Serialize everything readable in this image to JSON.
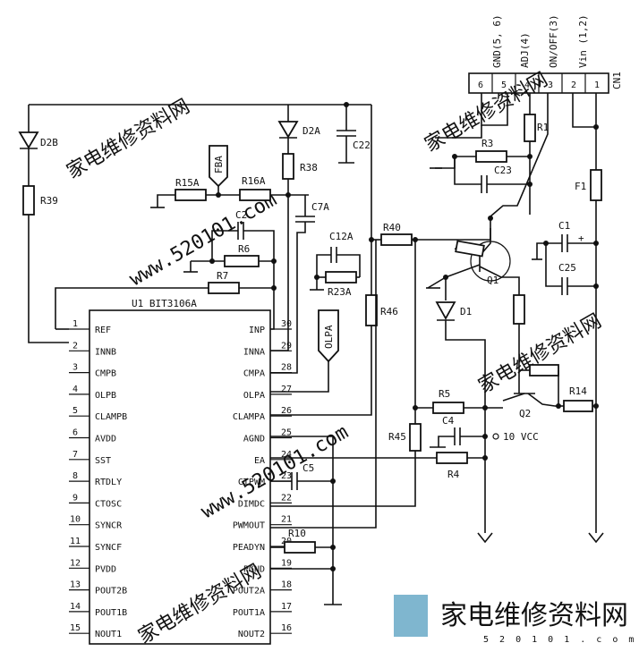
{
  "chip": {
    "name": "U1 BIT3106A",
    "left_pins": [
      {
        "num": "1",
        "name": "REF"
      },
      {
        "num": "2",
        "name": "INNB"
      },
      {
        "num": "3",
        "name": "CMPB"
      },
      {
        "num": "4",
        "name": "OLPB"
      },
      {
        "num": "5",
        "name": "CLAMPB"
      },
      {
        "num": "6",
        "name": "AVDD"
      },
      {
        "num": "7",
        "name": "SST"
      },
      {
        "num": "8",
        "name": "RTDLY"
      },
      {
        "num": "9",
        "name": "CTOSC"
      },
      {
        "num": "10",
        "name": "SYNCR"
      },
      {
        "num": "11",
        "name": "SYNCF"
      },
      {
        "num": "12",
        "name": "PVDD"
      },
      {
        "num": "13",
        "name": "POUT2B"
      },
      {
        "num": "14",
        "name": "POUT1B"
      },
      {
        "num": "15",
        "name": "NOUT1"
      }
    ],
    "right_pins": [
      {
        "num": "30",
        "name": "INP"
      },
      {
        "num": "29",
        "name": "INNA"
      },
      {
        "num": "28",
        "name": "CMPA"
      },
      {
        "num": "27",
        "name": "OLPA"
      },
      {
        "num": "26",
        "name": "CLAMPA"
      },
      {
        "num": "25",
        "name": "AGND"
      },
      {
        "num": "24",
        "name": "EA"
      },
      {
        "num": "23",
        "name": "CTPWM"
      },
      {
        "num": "22",
        "name": "DIMDC"
      },
      {
        "num": "21",
        "name": "PWMOUT"
      },
      {
        "num": "20",
        "name": "PEADYN"
      },
      {
        "num": "19",
        "name": "PGND"
      },
      {
        "num": "18",
        "name": "POUT2A"
      },
      {
        "num": "17",
        "name": "POUT1A"
      },
      {
        "num": "16",
        "name": "NOUT2"
      }
    ]
  },
  "connector": {
    "name": "CN1",
    "pins": [
      "6",
      "5",
      "4",
      "3",
      "2",
      "1"
    ],
    "labels": [
      "GND(5, 6)",
      "ADJ(4)",
      "ON/OFF(3)",
      "Vin (1,2)"
    ]
  },
  "components": {
    "d2b": "D2B",
    "r39": "R39",
    "d2a": "D2A",
    "r38": "R38",
    "c22": "C22",
    "fba": "FBA",
    "r15a": "R15A",
    "r16a": "R16A",
    "c7a": "C7A",
    "c2": "C2",
    "r6": "R6",
    "r7": "R7",
    "c12a": "C12A",
    "r23a": "R23A",
    "olpa": "OLPA",
    "r40": "R40",
    "r46": "R46",
    "r1": "R1",
    "r3": "R3",
    "c23": "C23",
    "q1": "Q1",
    "d1": "D1",
    "c1": "C1",
    "c25": "C25",
    "f1": "F1",
    "r5": "R5",
    "q2": "Q2",
    "r14": "R14",
    "r45": "R45",
    "c4": "C4",
    "vcc": "10 VCC",
    "r4": "R4",
    "c5": "C5",
    "r10": "R10",
    "plus": "+"
  },
  "watermark": {
    "site_cn": "家电维修资料网",
    "url": "www.520101.com",
    "short_url": "5 2 0 1 0 1 . c o m",
    "footer_cn": "家电维修资料网",
    "footer_url": "5 2 0 1 0 1 . c o m"
  }
}
